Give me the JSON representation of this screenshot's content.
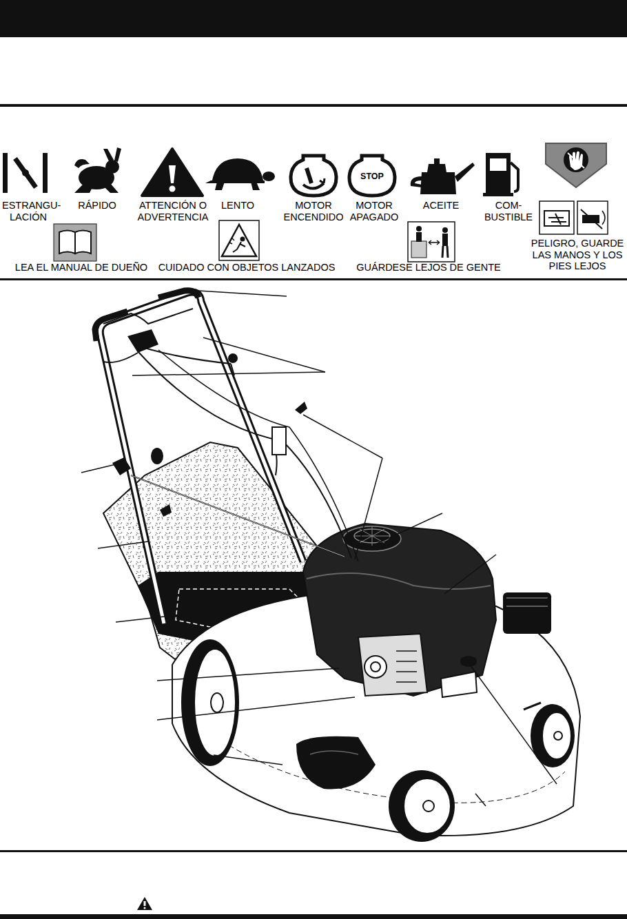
{
  "diagram": {
    "labels": [
      "STOP",
      "ESTRANGU- LACIÓN",
      "RÁPIDO",
      "ATTENCIÓN O ADVERTENCIA",
      "LENTO",
      "MOTOR ENCENDIDO",
      "MOTOR APAGADO",
      "ACEITE",
      "COM- BUSTIBLE",
      "PELIGRO, GUARDE LAS MANOS Y LOS PIES LEJOS",
      "LEA EL MANUAL DE DUEÑO",
      "CUIDADO CON OBJETOS LANZADOS",
      "GUÁRDESE LEJOS DE GENTE"
    ]
  }
}
